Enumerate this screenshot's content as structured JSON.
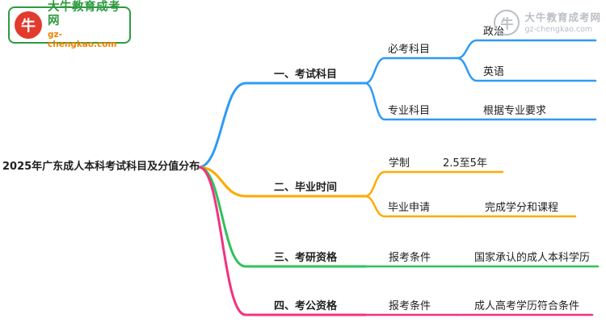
{
  "logo": {
    "site_name": "大牛教育成考网",
    "site_url": "gz-chengkao.com",
    "badge_glyph": "牛"
  },
  "watermark": {
    "site_name": "大牛教育成考网",
    "site_url": "gz-chengkao.com",
    "badge_glyph": "牛"
  },
  "root": {
    "label": "2025年广东成人本科考试科目及分值分布"
  },
  "branches": [
    {
      "label": "一、考试科目",
      "color": "#2f9bf4",
      "children": [
        {
          "label": "必考科目",
          "children": [
            {
              "label": "政治"
            },
            {
              "label": "英语"
            }
          ]
        },
        {
          "label": "专业科目",
          "children": [
            {
              "label": "根据专业要求"
            }
          ]
        }
      ]
    },
    {
      "label": "二、毕业时间",
      "color": "#ffaa00",
      "children": [
        {
          "label": "学制",
          "children": [
            {
              "label": "2.5至5年"
            }
          ]
        },
        {
          "label": "毕业申请",
          "children": [
            {
              "label": "完成学分和课程"
            }
          ]
        }
      ]
    },
    {
      "label": "三、考研资格",
      "color": "#2fc25b",
      "children": [
        {
          "label": "报考条件",
          "children": [
            {
              "label": "国家承认的成人本科学历"
            }
          ]
        }
      ]
    },
    {
      "label": "四、考公资格",
      "color": "#f5317f",
      "children": [
        {
          "label": "报考条件",
          "children": [
            {
              "label": "成人高考学历符合条件"
            }
          ]
        }
      ]
    }
  ],
  "colors": {
    "brand-green": "#2e9b3f",
    "brand-red": "#e23b2e",
    "brand-orange": "#f08300",
    "watermark-gray": "#b9bfc6",
    "text-dark": "#1f1f1f"
  }
}
